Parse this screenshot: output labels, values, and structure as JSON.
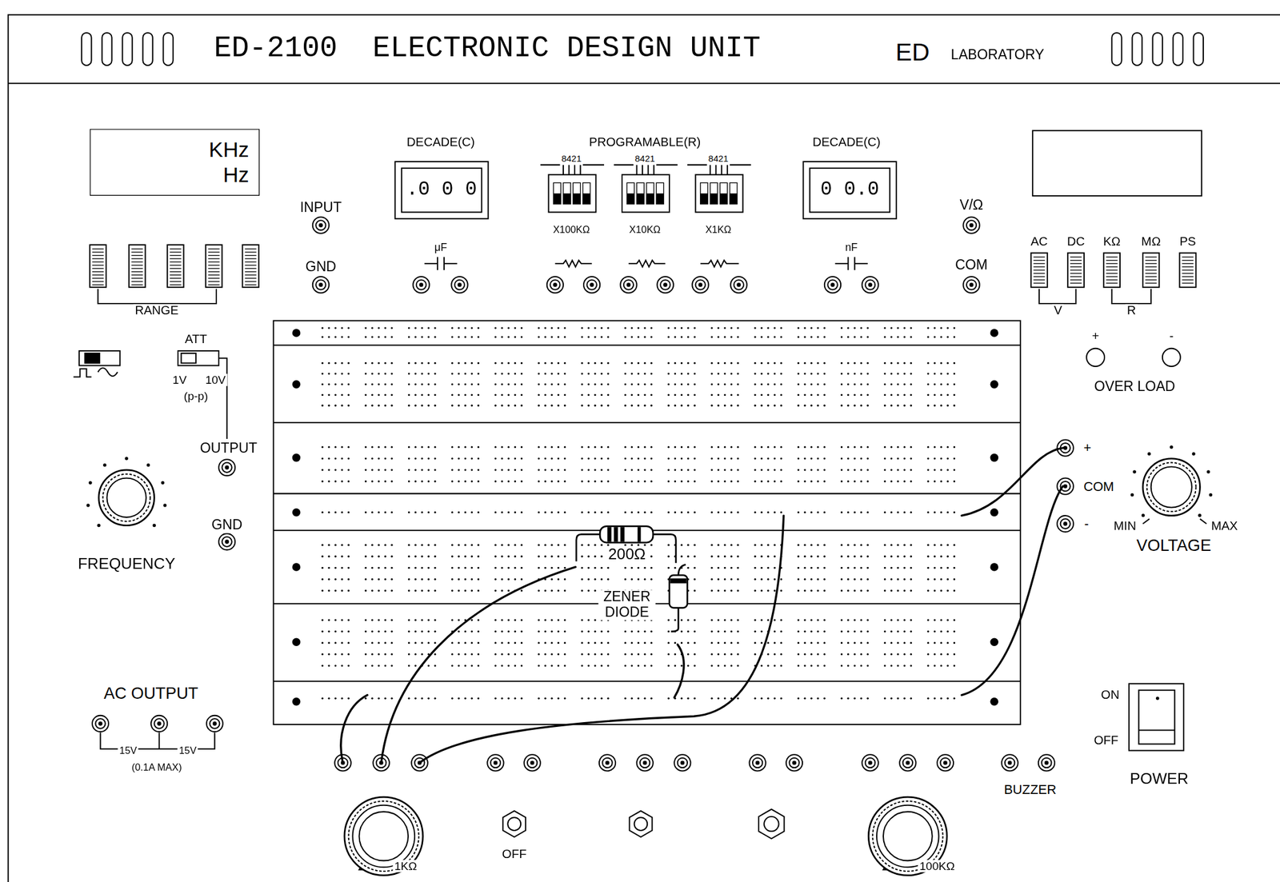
{
  "diagram": {
    "title": "ED-2100  ELECTRONIC DESIGN UNIT",
    "nodes": [
      {
        "text": [
          "KHz",
          "Hz"
        ]
      }
    ],
    "labels": [
      "ED",
      "LABORATORY",
      "INPUT",
      "GND",
      "DECADE(C)",
      ".0 0 0",
      "μF",
      "PROGRAMABLE(R)",
      "8421",
      "X100KΩ",
      "8421",
      "X10KΩ",
      "8421",
      "X1KΩ",
      "DECADE(C)",
      "0 0.0",
      "nF",
      "V/Ω",
      "COM",
      "AC",
      "DC",
      "KΩ",
      "MΩ",
      "PS",
      "V",
      "R",
      "RANGE",
      "ATT",
      "1V",
      "10V",
      "(p-p)",
      "OUTPUT",
      "GND",
      "FREQUENCY",
      "+",
      "-",
      "OVER LOAD",
      "+",
      "COM",
      "-",
      "MIN",
      "MAX",
      "VOLTAGE",
      "200Ω",
      "ZENER DIODE",
      "AC OUTPUT",
      "15V",
      "15V",
      "(0.1A MAX)",
      "OFF",
      "1KΩ",
      "100KΩ",
      "BUZZER",
      "ON",
      "OFF",
      "POWER"
    ]
  }
}
